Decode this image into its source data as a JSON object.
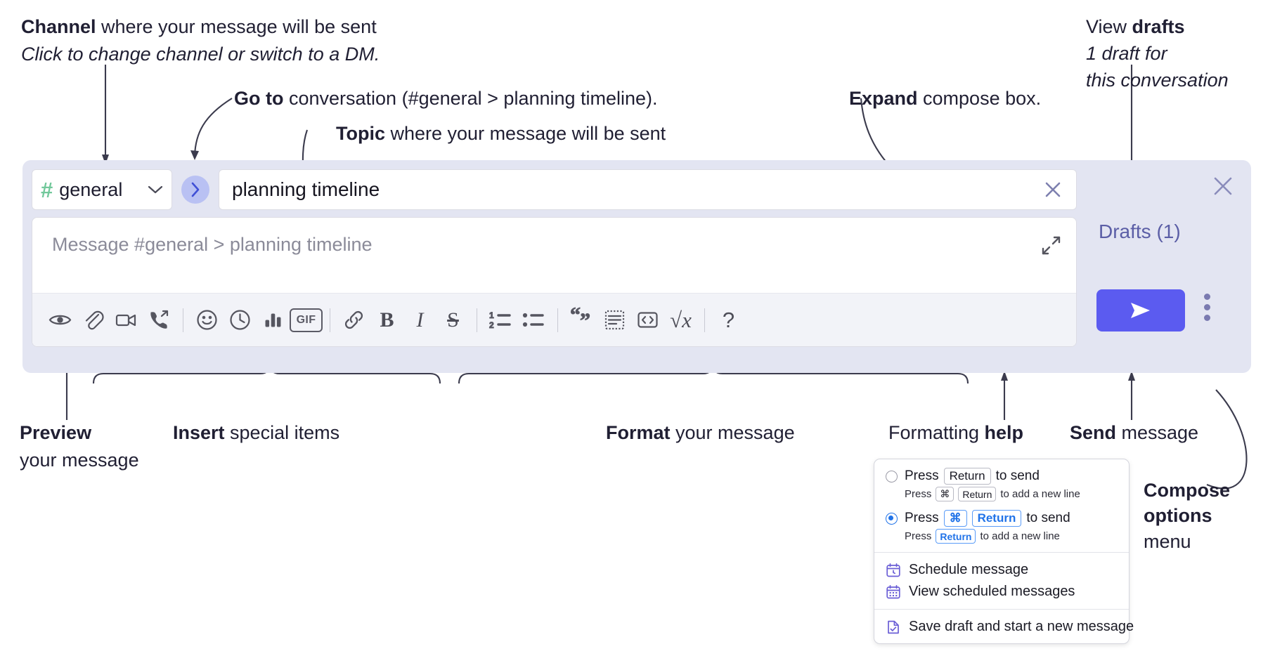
{
  "annotations": {
    "channel": {
      "line1_bold": "Channel",
      "line1_rest": " where your message will be sent",
      "line2": "Click to change channel or switch to a DM."
    },
    "goto": {
      "bold": "Go to",
      "rest": " conversation (#general > planning timeline)."
    },
    "topic": {
      "bold": "Topic",
      "rest": " where your message will be sent"
    },
    "expand": {
      "bold": "Expand",
      "rest": " compose box."
    },
    "drafts": {
      "line1_rest": "View ",
      "line1_bold": "drafts",
      "line2": "1 draft for",
      "line3": "this conversation"
    },
    "preview": {
      "bold": "Preview",
      "line2": "your message"
    },
    "insert": {
      "bold": "Insert",
      "rest": " special items"
    },
    "format": {
      "bold": "Format",
      "rest": " your message"
    },
    "help": {
      "rest": "Formatting ",
      "bold": "help"
    },
    "send": {
      "bold": "Send",
      "rest": " message"
    },
    "compose_options": {
      "line1": "Compose",
      "line2": "options",
      "line3": "menu"
    }
  },
  "compose": {
    "channel": {
      "hash": "#",
      "name": "general",
      "icon": "hash-icon",
      "chevron": "chevron-down-icon"
    },
    "goto_button": {
      "icon": "chevron-right-icon"
    },
    "topic": {
      "value": "planning timeline",
      "clear_icon": "close-icon"
    },
    "message": {
      "placeholder": "Message #general > planning timeline",
      "expand_icon": "expand-diagonal-icon"
    },
    "toolbar": [
      {
        "name": "preview-message",
        "icon": "eye-icon"
      },
      {
        "name": "attach-file",
        "icon": "paperclip-icon"
      },
      {
        "name": "record-video",
        "icon": "video-camera-icon"
      },
      {
        "name": "record-audio",
        "icon": "phone-forward-icon"
      },
      {
        "name": "separator-1",
        "icon": "divider"
      },
      {
        "name": "emoji",
        "icon": "smiley-icon"
      },
      {
        "name": "schedule",
        "icon": "clock-icon"
      },
      {
        "name": "poll",
        "icon": "bar-chart-icon"
      },
      {
        "name": "gif",
        "icon": "gif-icon",
        "label": "GIF"
      },
      {
        "name": "separator-2",
        "icon": "divider"
      },
      {
        "name": "link",
        "icon": "link-icon"
      },
      {
        "name": "bold",
        "icon": "bold-icon",
        "label": "B"
      },
      {
        "name": "italic",
        "icon": "italic-icon",
        "label": "I"
      },
      {
        "name": "strikethrough",
        "icon": "strikethrough-icon",
        "label": "S"
      },
      {
        "name": "separator-3",
        "icon": "divider"
      },
      {
        "name": "ordered-list",
        "icon": "ordered-list-icon"
      },
      {
        "name": "bulleted-list",
        "icon": "bulleted-list-icon"
      },
      {
        "name": "separator-4",
        "icon": "divider"
      },
      {
        "name": "blockquote",
        "icon": "quote-icon"
      },
      {
        "name": "code-block",
        "icon": "code-block-icon"
      },
      {
        "name": "inline-code",
        "icon": "code-icon"
      },
      {
        "name": "math",
        "icon": "math-icon",
        "label": "√x"
      },
      {
        "name": "separator-5",
        "icon": "divider"
      },
      {
        "name": "formatting-help",
        "icon": "question-mark-icon",
        "label": "?"
      }
    ],
    "right": {
      "close_icon": "close-icon",
      "drafts_label": "Drafts (1)",
      "send_icon": "send-paper-plane-icon",
      "kebab_icon": "kebab-menu-icon"
    }
  },
  "menu": {
    "options": [
      {
        "selected": false,
        "press": "Press",
        "key": "Return",
        "suffix": "to send",
        "sub_press": "Press",
        "sub_key1": "⌘",
        "sub_key2": "Return",
        "sub_suffix": "to add a new line"
      },
      {
        "selected": true,
        "press": "Press",
        "key1": "⌘",
        "key2": "Return",
        "suffix": "to send",
        "sub_press": "Press",
        "sub_key": "Return",
        "sub_suffix": "to add a new line"
      }
    ],
    "items": [
      {
        "label": "Schedule message",
        "icon": "calendar-clock-icon"
      },
      {
        "label": "View scheduled messages",
        "icon": "calendar-grid-icon"
      },
      {
        "label": "Save draft and start a new message",
        "icon": "file-check-icon"
      }
    ]
  },
  "colors": {
    "panel_bg": "#e3e5f2",
    "accent_send": "#5b5bf0",
    "hash_green": "#72c89b",
    "drafts_purple": "#5b5ea6",
    "key_blue": "#2173e8"
  }
}
